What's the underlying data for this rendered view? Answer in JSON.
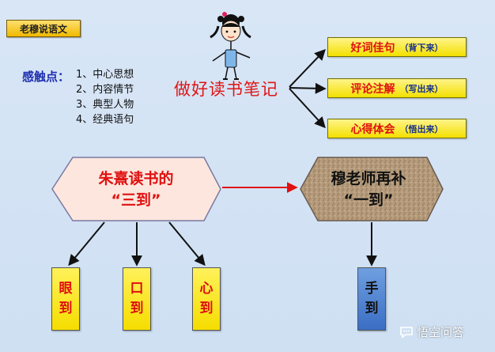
{
  "brand": {
    "label": "老穆说语文"
  },
  "touch_points": {
    "title": "感触点：",
    "items": [
      "1、中心思想",
      "2、内容情节",
      "3、典型人物",
      "4、经典语句"
    ]
  },
  "main_title": "做好读书笔记",
  "notes": [
    {
      "main": "好词佳句",
      "paren": "（背下来）"
    },
    {
      "main": "评论注解",
      "paren": "（写出来）"
    },
    {
      "main": "心得体会",
      "paren": "（悟出来）"
    }
  ],
  "zhu_xi": {
    "line1": "朱熹读书的",
    "line2": "“三到”"
  },
  "teacher_mu": {
    "line1": "穆老师再补",
    "line2": "“一到”"
  },
  "three_arrivals": [
    {
      "c1": "眼",
      "c2": "到"
    },
    {
      "c1": "口",
      "c2": "到"
    },
    {
      "c1": "心",
      "c2": "到"
    }
  ],
  "extra_arrival": {
    "c1": "手",
    "c2": "到"
  },
  "watermark": {
    "text": "悟空问答"
  },
  "colors": {
    "background": "#d8e6f6",
    "accent_red": "#e01010",
    "title_blue": "#1f2fb0",
    "pill_yellow": "#f3e000",
    "box_blue": "#3a6ec4",
    "hex_left_fill": "#fde6de",
    "hex_right_fill": "#b49a7a"
  }
}
